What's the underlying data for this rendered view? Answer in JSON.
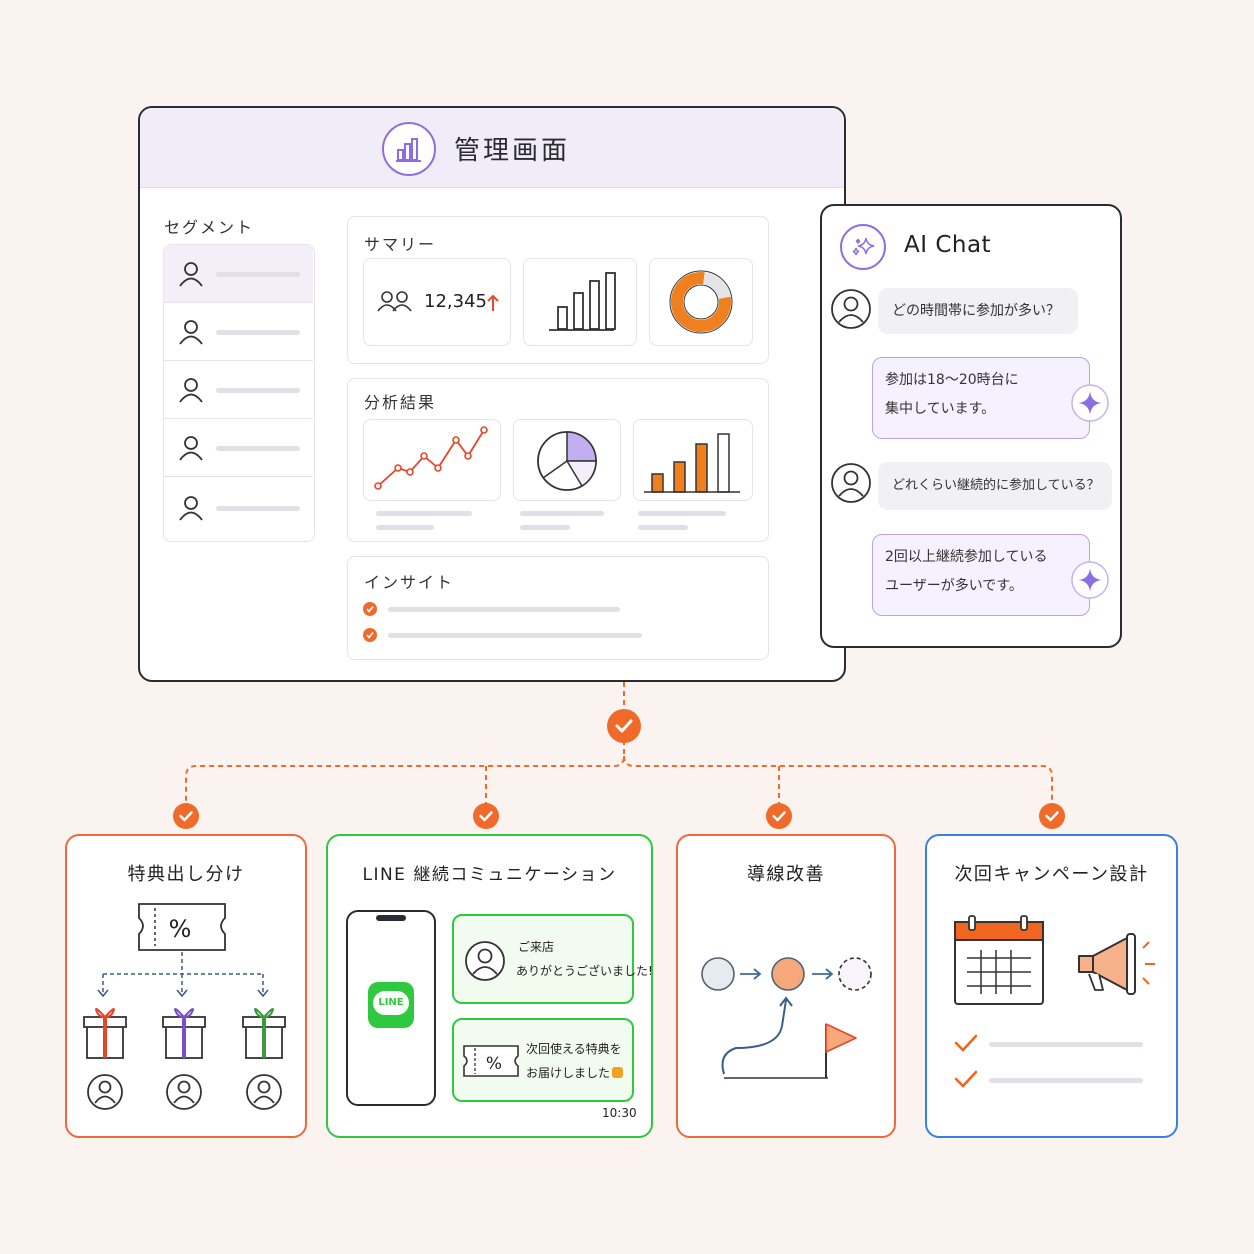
{
  "admin": {
    "title": "管理画面",
    "segment_label": "セグメント",
    "summary_label": "サマリー",
    "summary_count": "12,345",
    "analysis_label": "分析結果",
    "insight_label": "インサイト"
  },
  "chat": {
    "title": "AI Chat",
    "q1": "どの時間帯に参加が多い？",
    "a1_line1": "参加は18〜20時台に",
    "a1_line2": "集中しています。",
    "q2": "どれくらい継続的に参加している？",
    "a2_line1": "2回以上継続参加している",
    "a2_line2": "ユーザーが多いです。"
  },
  "boxes": {
    "benefit": {
      "title": "特典出し分け"
    },
    "line": {
      "title": "LINE 継続コミュニケーション",
      "logo": "LINE",
      "msg1_line1": "ご来店",
      "msg1_line2": "ありがとうございました!",
      "msg2_line1": "次回使える特典を",
      "msg2_line2": "お届けしました",
      "time": "10:30"
    },
    "flow": {
      "title": "導線改善"
    },
    "campaign": {
      "title": "次回キャンペーン設計"
    }
  },
  "colors": {
    "accent": "#f06a2a",
    "purple": "#8b6fe0",
    "green": "#2fc93f",
    "blue": "#3b7fe0",
    "orange_border": "#ec6a3d"
  }
}
